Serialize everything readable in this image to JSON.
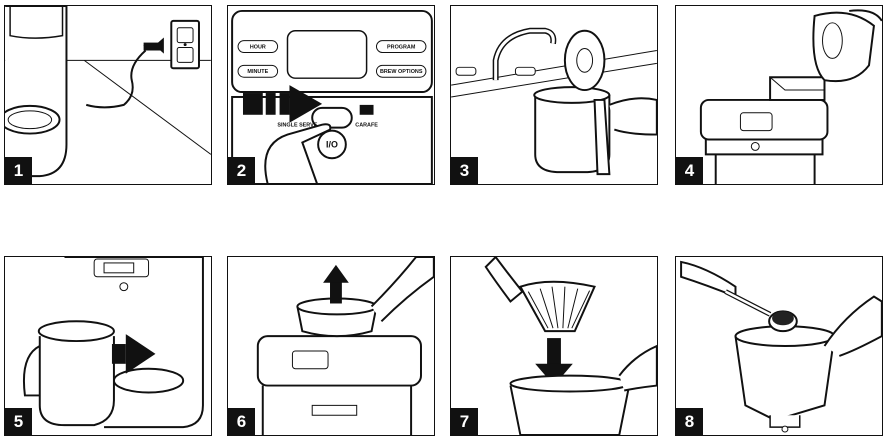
{
  "steps": [
    {
      "number": "1"
    },
    {
      "number": "2"
    },
    {
      "number": "3"
    },
    {
      "number": "4"
    },
    {
      "number": "5"
    },
    {
      "number": "6"
    },
    {
      "number": "7"
    },
    {
      "number": "8"
    }
  ],
  "panel2": {
    "hour": "HOUR",
    "minute": "MINUTE",
    "program": "PROGRAM",
    "brew_options": "BREW OPTIONS",
    "single_serve": "SINGLE SERVE",
    "carafe": "CARAFE",
    "power": "I/O"
  },
  "colors": {
    "stroke": "#111111",
    "label_bg": "#111111",
    "label_text": "#ffffff"
  }
}
